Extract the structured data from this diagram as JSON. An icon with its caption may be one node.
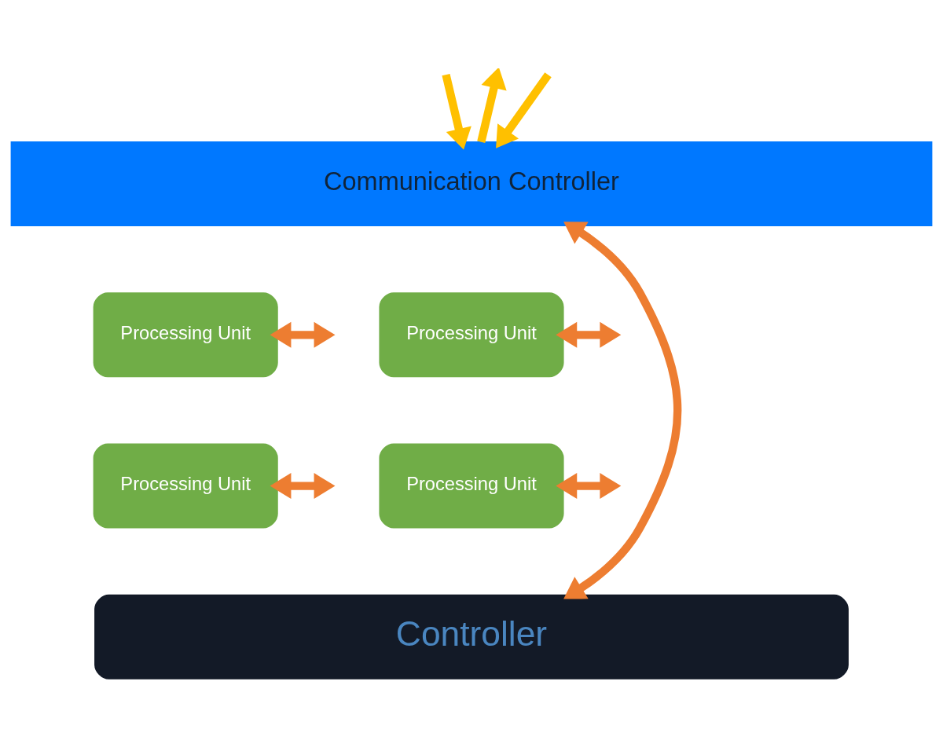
{
  "diagram": {
    "nodes": [
      {
        "text": [
          "Communication Controller"
        ]
      },
      {
        "text": [
          "Processing Unit"
        ]
      },
      {
        "text": [
          "Processing Unit"
        ]
      },
      {
        "text": [
          "Processing Unit"
        ]
      },
      {
        "text": [
          "Processing Unit"
        ]
      },
      {
        "text": [
          "Controller"
        ]
      }
    ],
    "edges": [
      {
        "from": null,
        "to": 0,
        "arrow": "to",
        "color": "#ffc000"
      },
      {
        "from": 0,
        "to": null,
        "arrow": "to",
        "color": "#ffc000"
      },
      {
        "from": null,
        "to": 0,
        "arrow": "to",
        "color": "#ffc000"
      },
      {
        "from": 0,
        "to": 5,
        "arrow": "both"
      },
      {
        "from": 1,
        "to": null,
        "arrow": "both"
      },
      {
        "from": 2,
        "to": null,
        "arrow": "both"
      },
      {
        "from": 3,
        "to": null,
        "arrow": "both"
      },
      {
        "from": 4,
        "to": null,
        "arrow": "both"
      }
    ]
  }
}
